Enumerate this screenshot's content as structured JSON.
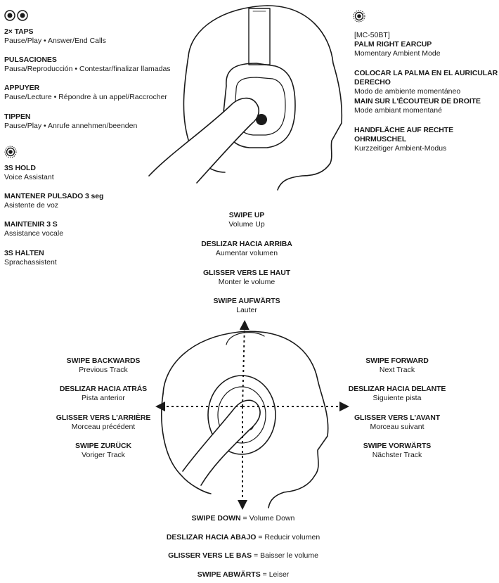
{
  "icons": {
    "tap_icon": "tap-icon",
    "hold_icon": "hold-icon",
    "ambient_icon": "ambient-icon"
  },
  "taps": [
    {
      "title": "2× TAPS",
      "desc": "Pause/Play • Answer/End Calls"
    },
    {
      "title": "PULSACIONES",
      "desc": "Pausa/Reproducción • Contestar/finalizar llamadas"
    },
    {
      "title": "APPUYER",
      "desc": "Pause/Lecture • Répondre à un appel/Raccrocher"
    },
    {
      "title": "TIPPEN",
      "desc": "Pause/Play • Anrufe annehmen/beenden"
    }
  ],
  "hold": [
    {
      "title": "3S HOLD",
      "desc": "Voice Assistant"
    },
    {
      "title": "MANTENER PULSADO 3 seg",
      "desc": "Asistente de voz"
    },
    {
      "title": "MAINTENIR 3 S",
      "desc": "Assistance vocale"
    },
    {
      "title": "3S HALTEN",
      "desc": "Sprachassistent"
    }
  ],
  "ambient": {
    "model": "[MC-50BT]",
    "items": [
      {
        "title": "PALM RIGHT EARCUP",
        "desc": "Momentary Ambient Mode"
      },
      {
        "title": "COLOCAR LA PALMA EN EL AURICULAR DERECHO",
        "desc": "Modo de ambiente momentáneo"
      },
      {
        "title": "MAIN SUR L'ÉCOUTEUR DE DROITE",
        "desc": "Mode ambiant momentané"
      },
      {
        "title": "HANDFLÄCHE AUF RECHTE OHRMUSCHEL",
        "desc": "Kurzzeitiger Ambient-Modus"
      }
    ]
  },
  "swipe_up": [
    {
      "title": "SWIPE UP",
      "desc": "Volume Up"
    },
    {
      "title": "DESLIZAR HACIA ARRIBA",
      "desc": "Aumentar volumen"
    },
    {
      "title": "GLISSER VERS LE HAUT",
      "desc": "Monter le volume"
    },
    {
      "title": "SWIPE AUFWÄRTS",
      "desc": "Lauter"
    }
  ],
  "swipe_back": [
    {
      "title": "SWIPE BACKWARDS",
      "desc": "Previous Track"
    },
    {
      "title": "DESLIZAR HACIA ATRÁS",
      "desc": "Pista anterior"
    },
    {
      "title": "GLISSER VERS L'ARRIÈRE",
      "desc": "Morceau précédent"
    },
    {
      "title": "SWIPE ZURÜCK",
      "desc": "Voriger Track"
    }
  ],
  "swipe_fwd": [
    {
      "title": "SWIPE FORWARD",
      "desc": "Next Track"
    },
    {
      "title": "DESLIZAR HACIA DELANTE",
      "desc": "Siguiente pista"
    },
    {
      "title": "GLISSER VERS L'AVANT",
      "desc": "Morceau suivant"
    },
    {
      "title": "SWIPE VORWÄRTS",
      "desc": "Nächster Track"
    }
  ],
  "swipe_down": [
    {
      "title": "SWIPE DOWN",
      "sep": " = ",
      "desc": "Volume Down"
    },
    {
      "title": "DESLIZAR HACIA ABAJO",
      "sep": " = ",
      "desc": "Reducir volumen"
    },
    {
      "title": "GLISSER VERS LE BAS",
      "sep": " = ",
      "desc": "Baisser le volume"
    },
    {
      "title": "SWIPE ABWÄRTS",
      "sep": " = ",
      "desc": "Leiser"
    }
  ]
}
